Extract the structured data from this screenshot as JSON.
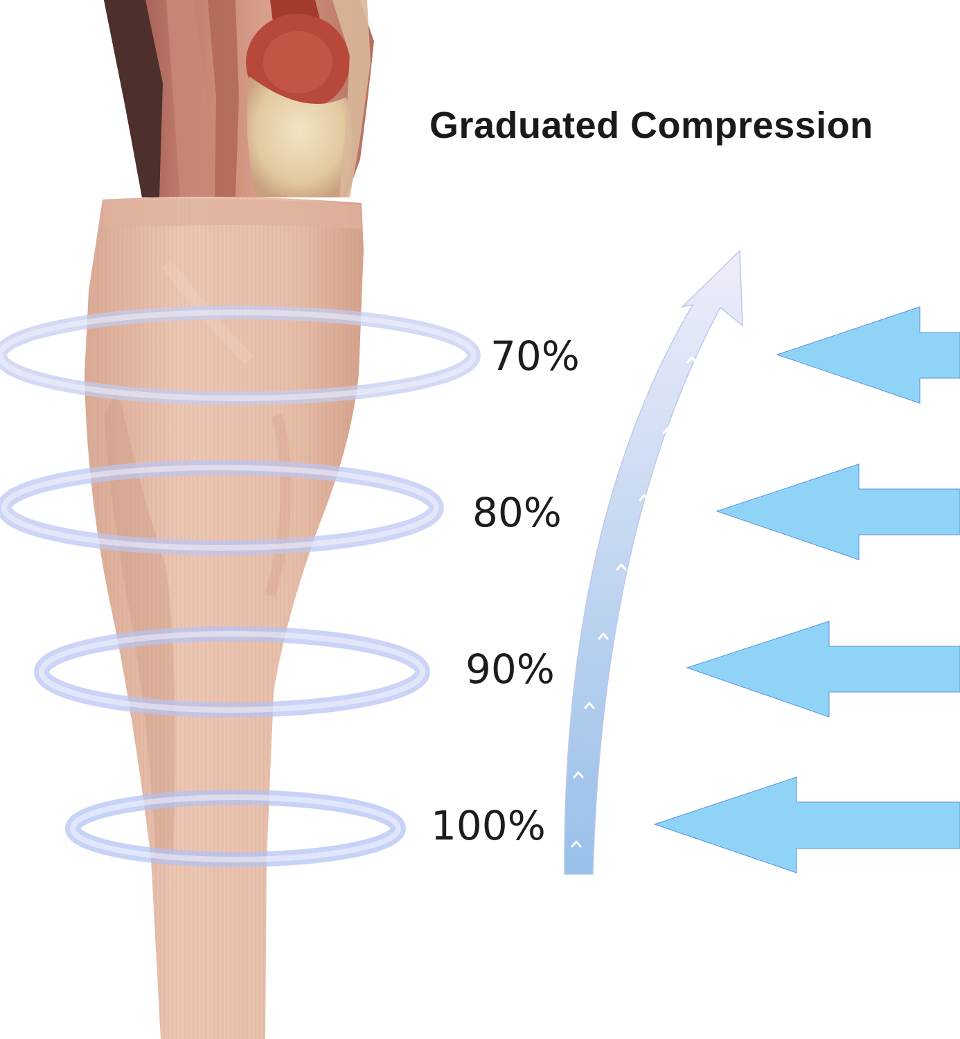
{
  "title": "Graduated Compression",
  "levels": [
    {
      "label": "70%",
      "value": 70
    },
    {
      "label": "80%",
      "value": 80
    },
    {
      "label": "90%",
      "value": 90
    },
    {
      "label": "100%",
      "value": 100
    }
  ],
  "colors": {
    "sock": "#e6bca6",
    "sock_shadow": "#cf9f88",
    "muscle": "#b86a5e",
    "ring": "#c6cff5",
    "pressure_arrow": "#8fd4f7",
    "flow_arrow_bottom": "#9cc3ec",
    "flow_arrow_top": "#e6e8f8",
    "text": "#1c1c1c"
  },
  "icons": {
    "pressure_arrows": "arrow-left-icon",
    "flow_arrow": "curved-arrow-up-icon",
    "flow_chevrons": "chevron-up-icon"
  }
}
